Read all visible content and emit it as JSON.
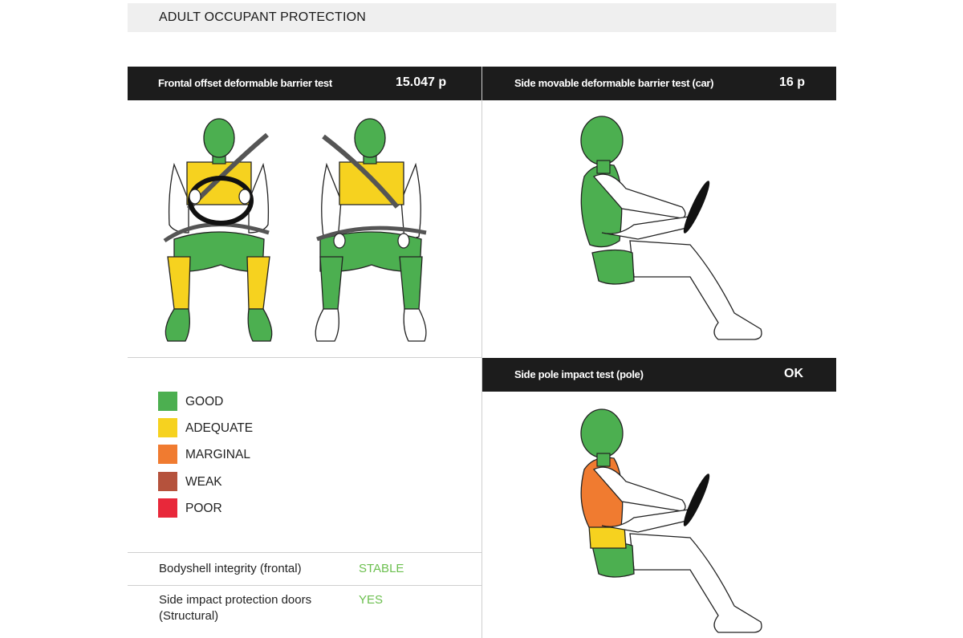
{
  "section_title": "ADULT OCCUPANT PROTECTION",
  "tests": {
    "frontal": {
      "title": "Frontal offset deformable barrier test",
      "score": "15.047 p"
    },
    "side": {
      "title": "Side movable deformable barrier test (car)",
      "score": "16 p"
    },
    "pole": {
      "title": "Side pole impact test (pole)",
      "score": "OK"
    }
  },
  "legend": [
    {
      "label": "GOOD",
      "color": "#4caf50"
    },
    {
      "label": "ADEQUATE",
      "color": "#f6d21f"
    },
    {
      "label": "MARGINAL",
      "color": "#f07b30"
    },
    {
      "label": "WEAK",
      "color": "#b5523c"
    },
    {
      "label": "POOR",
      "color": "#e8283a"
    }
  ],
  "bodyshell": {
    "label": "Bodyshell integrity (frontal)",
    "value": "STABLE"
  },
  "doors": {
    "label_line1": "Side impact protection doors",
    "label_line2": "(Structural)",
    "value": "YES"
  },
  "ratings": {
    "driver": {
      "head": "good",
      "chest": "adequate",
      "abdomen": "good",
      "femur": "good",
      "lower_leg": "adequate",
      "foot": "good"
    },
    "passenger": {
      "head": "good",
      "chest": "adequate",
      "abdomen": "good",
      "femur": "good",
      "lower_leg": "good",
      "foot": "none"
    },
    "side_car": {
      "head": "good",
      "chest": "good",
      "abdomen": "good",
      "pelvis": "good"
    },
    "side_pole": {
      "head": "good",
      "chest": "marginal",
      "abdomen": "adequate",
      "pelvis": "good"
    }
  }
}
